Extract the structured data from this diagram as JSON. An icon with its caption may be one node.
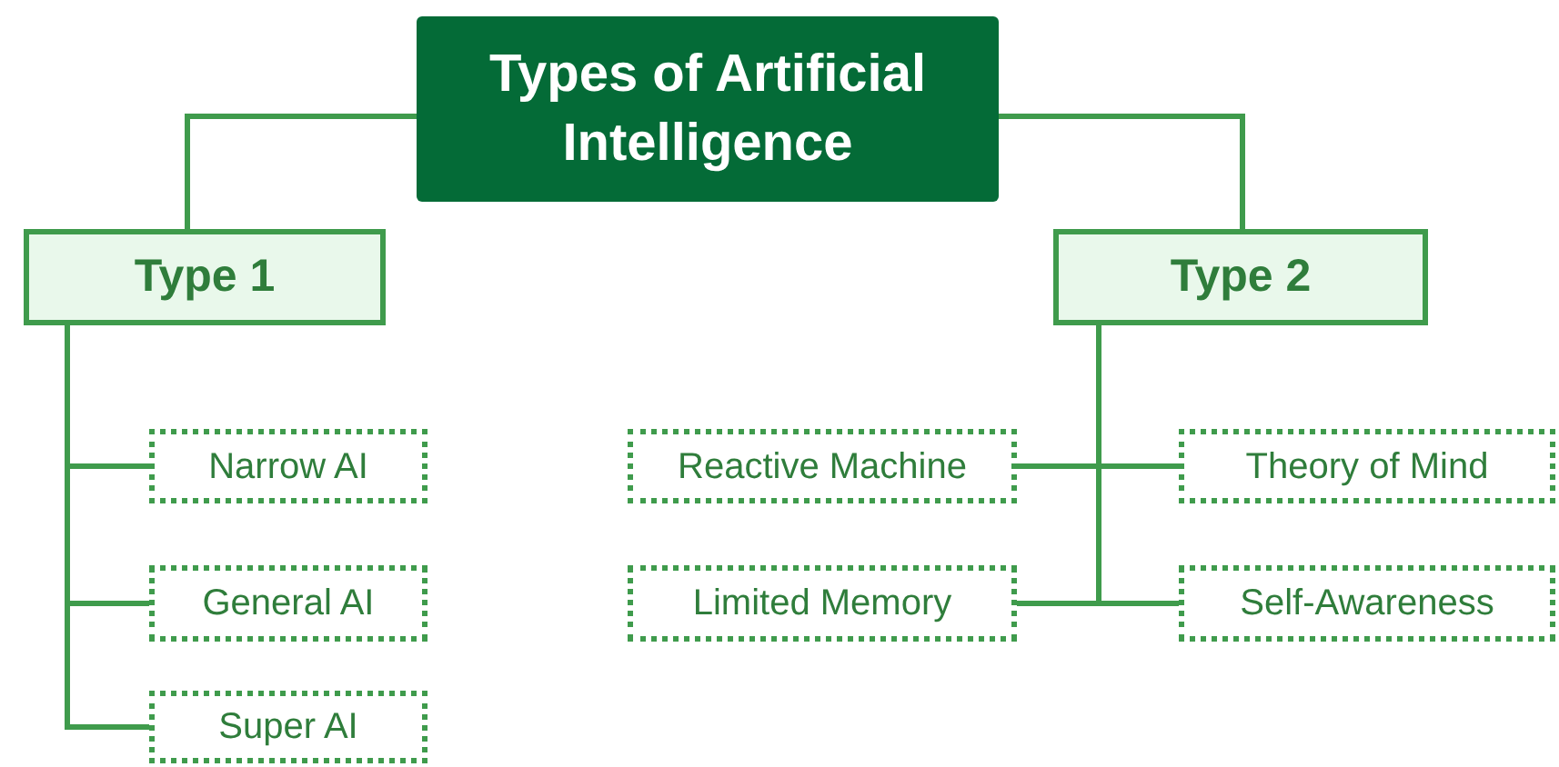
{
  "diagram": {
    "nodes": [
      {
        "text": [
          "Types of Artificial Intelligence"
        ]
      },
      {
        "text": [
          "Type 1"
        ]
      },
      {
        "text": [
          "Type 2"
        ]
      },
      {
        "text": [
          "Narrow AI"
        ]
      },
      {
        "text": [
          "General AI"
        ]
      },
      {
        "text": [
          "Super AI"
        ]
      },
      {
        "text": [
          "Reactive Machine"
        ]
      },
      {
        "text": [
          "Theory of Mind"
        ]
      },
      {
        "text": [
          "Limited Memory"
        ]
      },
      {
        "text": [
          "Self-Awareness"
        ]
      }
    ],
    "edges": [
      {
        "from": 0,
        "to": 1,
        "arrow": "none"
      },
      {
        "from": 0,
        "to": 2,
        "arrow": "none"
      },
      {
        "from": 1,
        "to": 3,
        "arrow": "none"
      },
      {
        "from": 1,
        "to": 4,
        "arrow": "none"
      },
      {
        "from": 1,
        "to": 5,
        "arrow": "none"
      },
      {
        "from": 2,
        "to": 6,
        "arrow": "none"
      },
      {
        "from": 2,
        "to": 7,
        "arrow": "none"
      },
      {
        "from": 2,
        "to": 8,
        "arrow": "none"
      },
      {
        "from": 2,
        "to": 9,
        "arrow": "none"
      }
    ]
  }
}
